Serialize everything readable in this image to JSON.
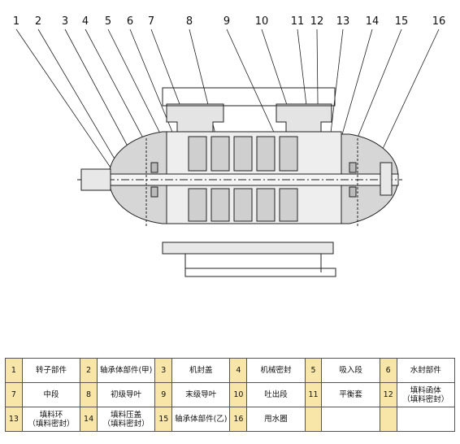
{
  "callouts": [
    "1",
    "2",
    "3",
    "4",
    "5",
    "6",
    "7",
    "8",
    "9",
    "10",
    "11",
    "12",
    "13",
    "14",
    "15",
    "16"
  ],
  "legend": [
    [
      {
        "num": "1",
        "name": "转子部件"
      },
      {
        "num": "2",
        "name": "轴承体部件(甲)"
      },
      {
        "num": "3",
        "name": "机封盖"
      },
      {
        "num": "4",
        "name": "机械密封"
      },
      {
        "num": "5",
        "name": "吸入段"
      },
      {
        "num": "6",
        "name": "水封部件"
      }
    ],
    [
      {
        "num": "7",
        "name": "中段"
      },
      {
        "num": "8",
        "name": "初级导叶"
      },
      {
        "num": "9",
        "name": "末级导叶"
      },
      {
        "num": "10",
        "name": "吐出段"
      },
      {
        "num": "11",
        "name": "平衡套"
      },
      {
        "num": "12",
        "name": "填料函体\n（填料密封）"
      }
    ],
    [
      {
        "num": "13",
        "name": "填料环\n（填料密封）"
      },
      {
        "num": "14",
        "name": "填料压盖\n（填料密封）"
      },
      {
        "num": "15",
        "name": "轴承体部件(乙)"
      },
      {
        "num": "16",
        "name": "甩水圈"
      },
      {
        "num": "",
        "name": ""
      },
      {
        "num": "",
        "name": ""
      }
    ]
  ],
  "colors": {
    "line": "#222222",
    "fill": "#d6d6d6",
    "numcell": "#f7e6a8"
  }
}
